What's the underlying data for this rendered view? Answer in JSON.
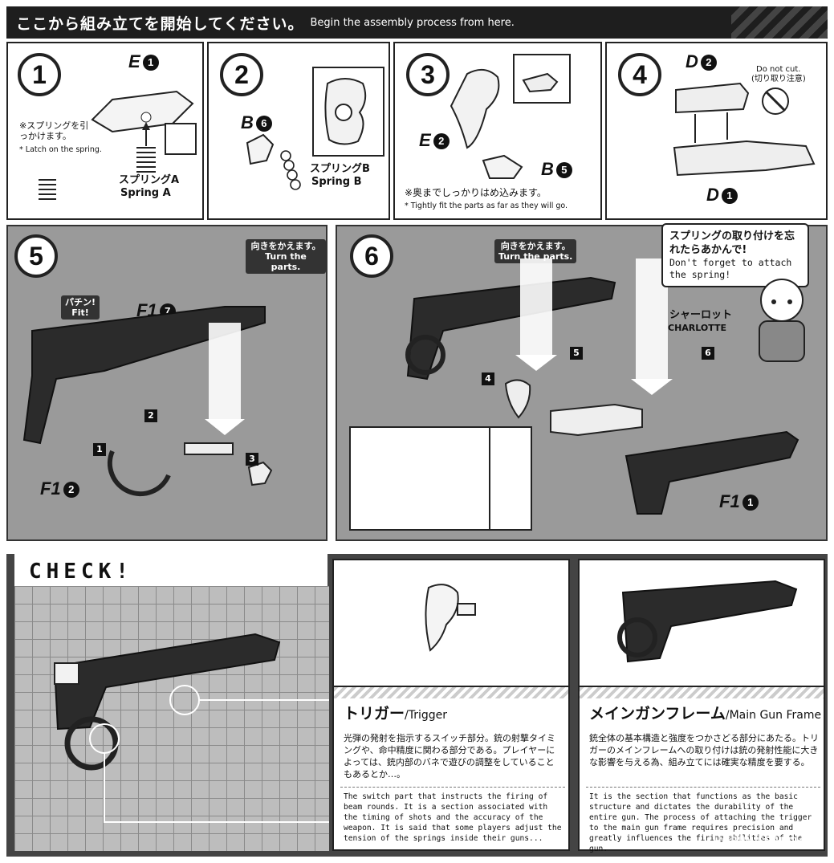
{
  "header": {
    "jp": "ここから組み立てを開始してください。",
    "en": "Begin the assembly process from here."
  },
  "steps": {
    "s1": {
      "num": "1",
      "part": "E",
      "part_no": "1",
      "note_jp": "※スプリングを引っかけます。",
      "note_en": "* Latch on the spring.",
      "spring_jp": "スプリングA",
      "spring_en": "Spring A"
    },
    "s2": {
      "num": "2",
      "part": "B",
      "part_no": "6",
      "spring_jp": "スプリングB",
      "spring_en": "Spring B"
    },
    "s3": {
      "num": "3",
      "part_a": "E",
      "part_a_no": "2",
      "part_b": "B",
      "part_b_no": "5",
      "note_jp": "※奥までしっかりはめ込みます。",
      "note_en": "* Tightly fit the parts as far as they will go."
    },
    "s4": {
      "num": "4",
      "part_a": "D",
      "part_a_no": "2",
      "part_b": "D",
      "part_b_no": "1",
      "cut_en": "Do not cut.",
      "cut_jp": "(切り取り注意)"
    },
    "s5": {
      "num": "5",
      "part_a": "F1",
      "part_a_no": "7",
      "part_b": "F1",
      "part_b_no": "2",
      "fit_jp": "パチン!",
      "fit_en": "Fit!",
      "turn_jp": "向きをかえます。",
      "turn_en": "Turn the parts.",
      "arrows": [
        "1",
        "2",
        "3"
      ]
    },
    "s6": {
      "num": "6",
      "part": "F1",
      "part_no": "1",
      "turn_jp": "向きをかえます。",
      "turn_en": "Turn the parts.",
      "arrows": [
        "4",
        "5",
        "6"
      ]
    }
  },
  "character": {
    "bubble_jp": "スプリングの取り付けを忘れたらあかんで!",
    "bubble_en": "Don't forget to attach the spring!",
    "name_jp": "シャーロット",
    "name_en": "CHARLOTTE"
  },
  "check": {
    "title": "CHECK!",
    "trigger": {
      "name_jp": "トリガー",
      "name_en": "/Trigger",
      "desc_jp": "光弾の発射を指示するスイッチ部分。銃の射撃タイミングや、命中精度に関わる部分である。プレイヤーによっては、銃内部のバネで遊びの調整をしていることもあるとか…。",
      "desc_en": "The switch part that instructs the firing of beam rounds. It is a section associated with the timing of shots and the accuracy of the weapon. It is said that some players adjust the tension of the springs inside their guns..."
    },
    "frame": {
      "name_jp": "メインガンフレーム",
      "name_en": "/Main Gun Frame",
      "desc_jp": "銃全体の基本構造と強度をつかさどる部分にあたる。トリガーのメインフレームへの取り付けは銃の発射性能に大きな影響を与える為、組み立てには確実な精度を要する。",
      "desc_en": "It is the section that functions as the basic structure and dictates the durability of the entire gun. The process of attaching the trigger to the main gun frame requires precision and greatly influences the firing abilities of the gun."
    }
  },
  "watermark": "HOBBY SEARCH",
  "colors": {
    "dark": "#1e1e1e",
    "grey": "#9a9a9a",
    "grid": "#bdbdbd"
  }
}
